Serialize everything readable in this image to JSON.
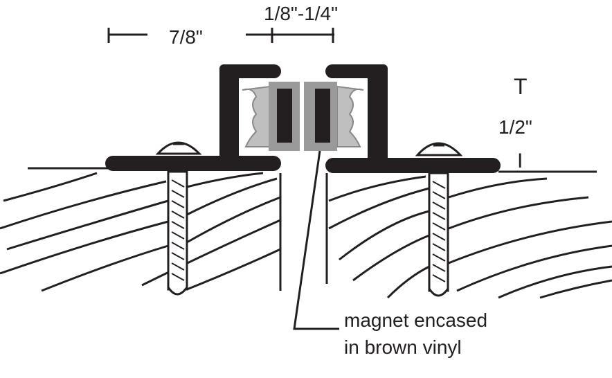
{
  "dimensions": {
    "width_label": "7/8\"",
    "gap_label": "1/8\"-1/4\"",
    "height_label": "1/2\"",
    "height_top_mark": "T",
    "height_bottom_mark": "I"
  },
  "callout": {
    "line1": "magnet encased",
    "line2": "in brown vinyl"
  },
  "colors": {
    "ink": "#231f20",
    "magnet_casing": "#9a9a9a"
  }
}
